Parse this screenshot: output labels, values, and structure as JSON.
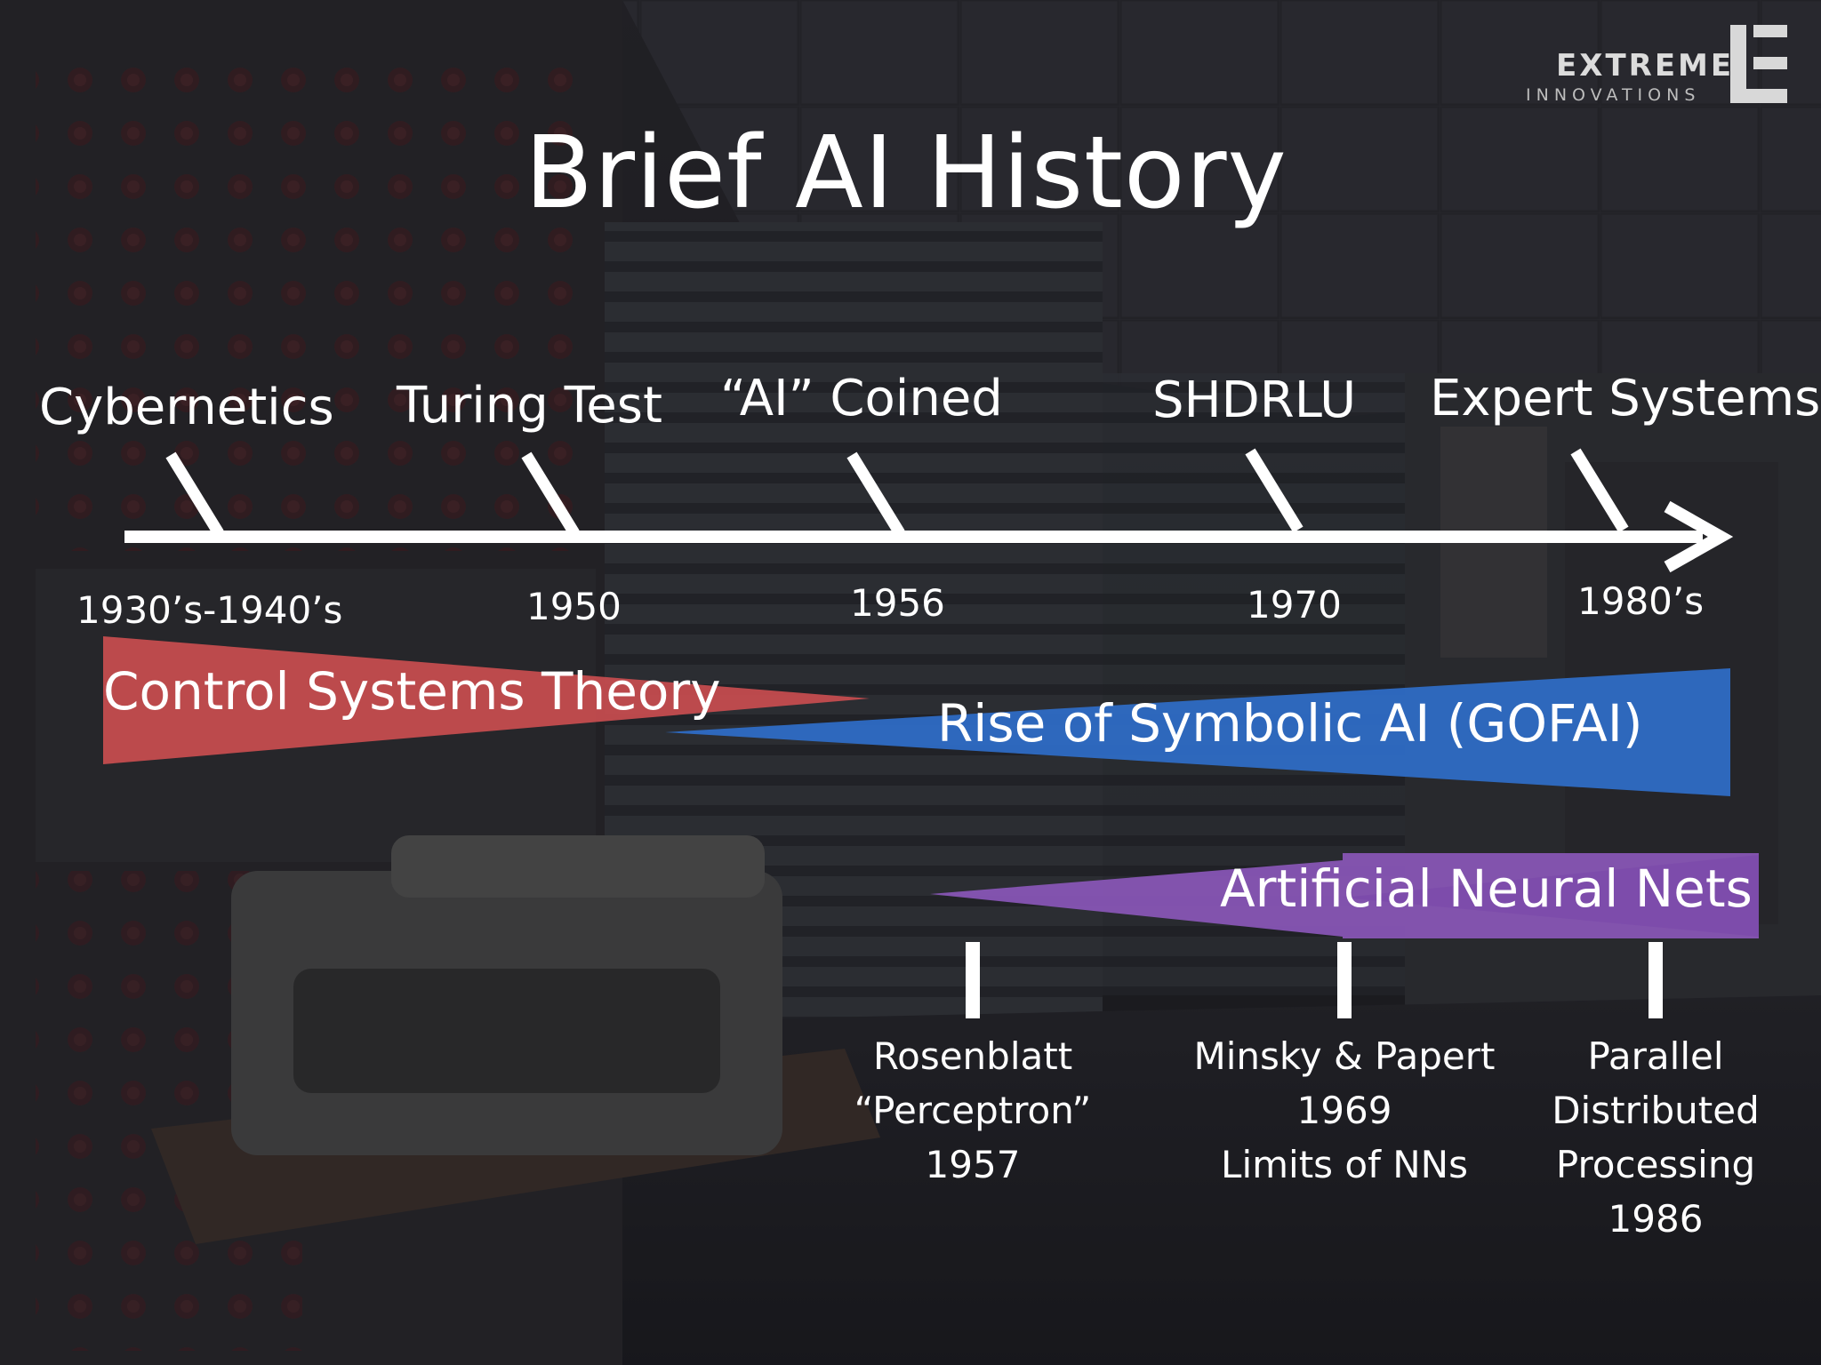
{
  "slide": {
    "title": "Brief AI History"
  },
  "logo": {
    "name_line1": "EXTREME",
    "name_line2": "INNOVATIONS"
  },
  "timeline": {
    "events": [
      {
        "label": "Cybernetics",
        "year": "1930’s-1940’s"
      },
      {
        "label": "Turing Test",
        "year": "1950"
      },
      {
        "label": "“AI” Coined",
        "year": "1956"
      },
      {
        "label": "SHDRLU",
        "year": "1970"
      },
      {
        "label": "Expert Systems",
        "year": "1980’s"
      }
    ]
  },
  "bands": {
    "control_systems": "Control Systems Theory",
    "symbolic_ai": "Rise of Symbolic AI (GOFAI)",
    "neural_nets": "Artificial Neural Nets"
  },
  "milestones": [
    {
      "line1": "Rosenblatt",
      "line2": "“Perceptron”",
      "line3": "1957"
    },
    {
      "line1": "Minsky & Papert",
      "line2": "1969",
      "line3": "Limits of NNs"
    },
    {
      "line1": "Parallel",
      "line2": "Distributed",
      "line3": "Processing",
      "line4": "1986"
    }
  ],
  "colors": {
    "control_systems": "#c94d4f",
    "symbolic_ai": "#2f6ec9",
    "neural_nets": "#8a57b8",
    "timeline": "#ffffff"
  }
}
